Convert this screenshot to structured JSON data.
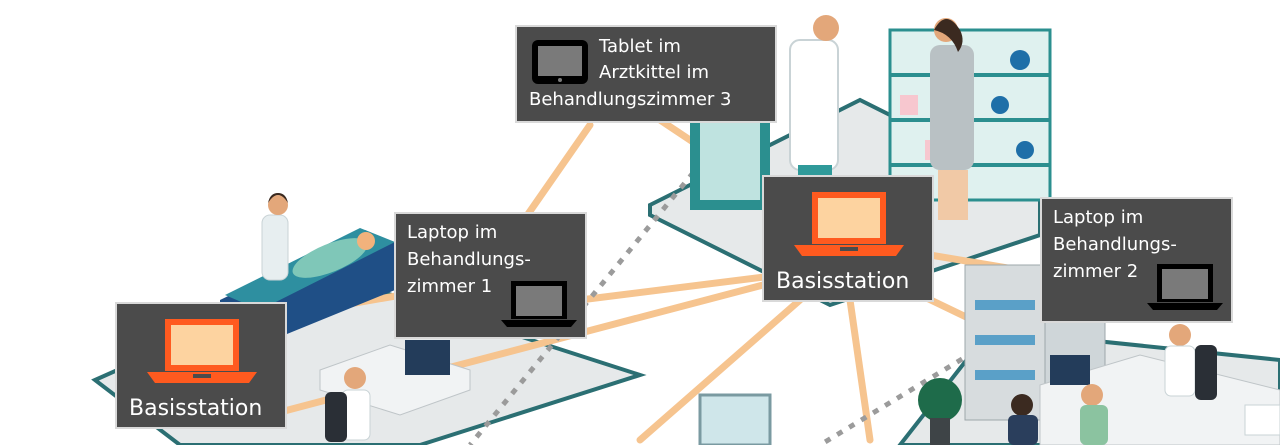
{
  "nodes": {
    "tablet": {
      "lines": [
        "Tablet im",
        "Arztkittel im",
        "Behandlungszimmer 3"
      ]
    },
    "laptop1": {
      "lines": [
        "Laptop im",
        "Behandlungs-",
        "zimmer 1"
      ]
    },
    "laptop2": {
      "lines": [
        "Laptop im",
        "Behandlungs-",
        "zimmer 2"
      ]
    },
    "base_center": {
      "label": "Basisstation"
    },
    "base_left": {
      "label": "Basisstation"
    }
  },
  "colors": {
    "label_bg": "#4b4b4b",
    "base_accent": "#ff5a1f",
    "wireless_link": "#f6c48f",
    "wired_link": "#9b9b9b",
    "floor": "#e6e9ea",
    "floor_edge": "#2b6f73",
    "furniture_teal": "#2b8f8f"
  }
}
